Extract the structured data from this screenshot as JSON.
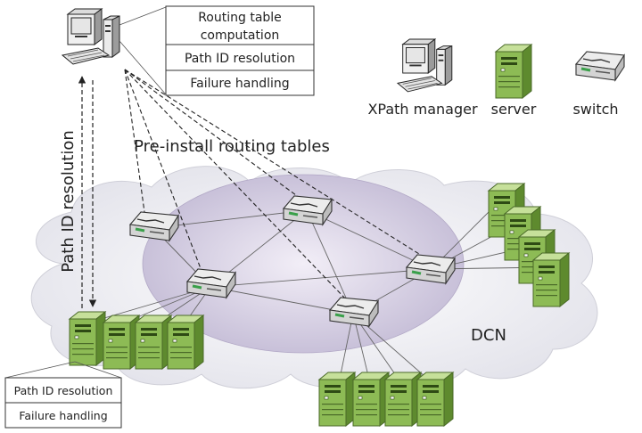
{
  "manager_box": {
    "line1": "Routing table",
    "line2": "computation",
    "path_id": "Path ID resolution",
    "failure": "Failure handling"
  },
  "server_box": {
    "path_id": "Path ID resolution",
    "failure": "Failure handling"
  },
  "legend": {
    "manager": "XPath manager",
    "server": "server",
    "switch": "switch"
  },
  "labels": {
    "preinstall": "Pre-install routing tables",
    "path_resolution": "Path ID resolution",
    "dcn": "DCN"
  },
  "colors": {
    "cloud_fill": "#ececf2",
    "ellipse_fill": "#cdc6dc",
    "server_green": "#8dbb55",
    "switch_body": "#e4e4e4",
    "switch_led": "#3aa04a"
  }
}
